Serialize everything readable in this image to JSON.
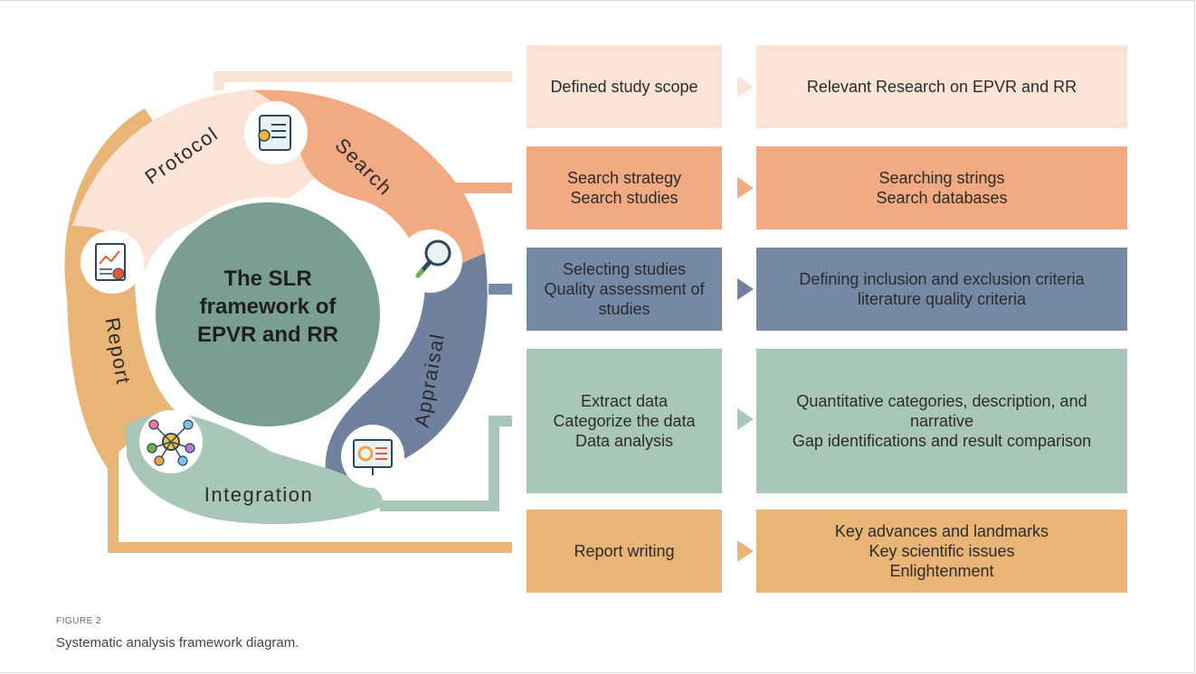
{
  "diagram": {
    "center_title": [
      "The SLR",
      "framework of",
      "EPVR and RR"
    ],
    "stages": {
      "protocol": "Protocol",
      "search": "Search",
      "appraisal": "Appraisal",
      "integration": "Integration",
      "report": "Report"
    },
    "rows": [
      {
        "stage": "protocol",
        "left": [
          "Defined study scope"
        ],
        "right": [
          "Relevant Research on EPVR and RR"
        ],
        "color_left": "#fbe3d7",
        "color_right": "#fbe3d7"
      },
      {
        "stage": "search",
        "left": [
          "Search strategy",
          "Search studies"
        ],
        "right": [
          "Searching strings",
          "Search databases"
        ],
        "color_left": "#f2aa82",
        "color_right": "#f2aa82"
      },
      {
        "stage": "appraisal",
        "left": [
          "Selecting studies",
          "Quality assessment of",
          "studies"
        ],
        "right": [
          "Defining inclusion and exclusion criteria",
          "literature quality criteria"
        ],
        "color_left": "#7588a4",
        "color_right": "#7588a4"
      },
      {
        "stage": "integration",
        "left": [
          "Extract data",
          "Categorize the data",
          "Data analysis"
        ],
        "right": [
          "Quantitative categories, description, and",
          "narrative",
          "Gap identifications and result comparison"
        ],
        "color_left": "#a9c7b8",
        "color_right": "#a9c7b8"
      },
      {
        "stage": "report",
        "left": [
          "Report writing"
        ],
        "right": [
          "Key advances and landmarks",
          "Key scientific issues",
          "Enlightenment"
        ],
        "color_left": "#e9b577",
        "color_right": "#e9b577"
      }
    ],
    "colors": {
      "protocol": "#fbe3d7",
      "search": "#f2aa82",
      "appraisal": "#6f819e",
      "integration": "#a9c7b8",
      "report": "#e9b577",
      "center": "#7a9e93"
    },
    "icons": [
      "certificate-scroll-icon",
      "magnifier-icon",
      "presentation-board-icon",
      "network-people-icon",
      "report-document-icon"
    ]
  },
  "caption": {
    "label": "FIGURE 2",
    "text": "Systematic analysis framework diagram."
  }
}
